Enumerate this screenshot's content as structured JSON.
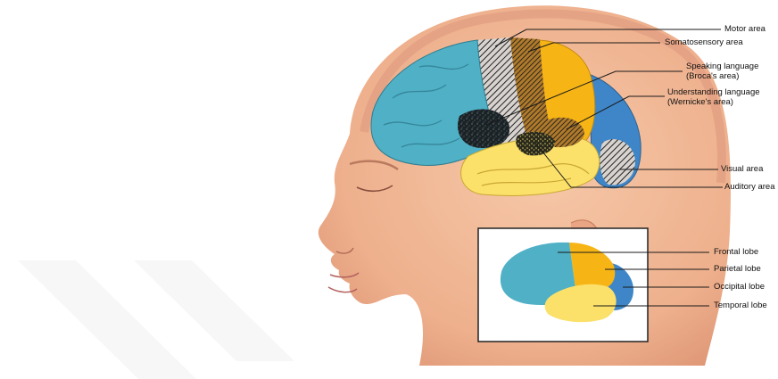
{
  "labels": {
    "motor": "Motor area",
    "somatosensory": "Somatosensory area",
    "speaking_1": "Speaking language",
    "speaking_2": "(Broca's area)",
    "understanding_1": "Understanding language",
    "understanding_2": "(Wernicke's area)",
    "visual": "Visual area",
    "auditory": "Auditory area"
  },
  "inset_labels": {
    "frontal": "Frontal lobe",
    "parietal": "Parietal lobe",
    "occipital": "Occipital lobe",
    "temporal": "Temporal lobe"
  },
  "colors": {
    "frontal": "#4fb0c6",
    "parietal": "#f7b515",
    "occipital": "#3f86c8",
    "temporal": "#fbe06a",
    "skin": "#f1b897",
    "hair": "#d9917a"
  }
}
